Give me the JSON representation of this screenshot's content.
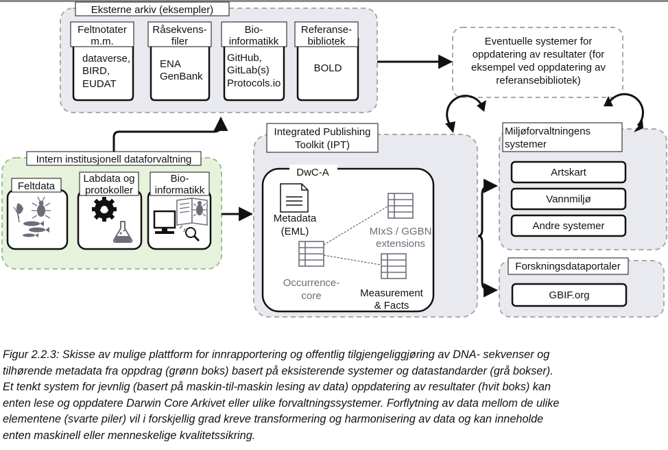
{
  "external_archives": {
    "title": "Eksterne arkiv (eksempler)",
    "items": [
      {
        "header": [
          "Feltnotater",
          "m.m."
        ],
        "body": [
          "dataverse,",
          "BIRD,",
          "EUDAT"
        ]
      },
      {
        "header": [
          "Råsekvens-",
          "filer"
        ],
        "body": [
          "ENA",
          "GenBank"
        ]
      },
      {
        "header": [
          "Bio-",
          "informatikk"
        ],
        "body": [
          "GitHub,",
          "GitLab(s)",
          "Protocols.io"
        ]
      },
      {
        "header": [
          "Referanse-",
          "bibliotek"
        ],
        "body": [
          "BOLD"
        ]
      }
    ]
  },
  "internal": {
    "title": "Intern institusjonell dataforvaltning",
    "items": [
      {
        "header": [
          "Feltdata"
        ],
        "icon": "field-organisms-icon"
      },
      {
        "header": [
          "Labdata og",
          "protokoller"
        ],
        "icon": "lab-gear-flask-icon"
      },
      {
        "header": [
          "Bio-",
          "informatikk"
        ],
        "icon": "computer-book-icon"
      }
    ]
  },
  "ipt": {
    "title": [
      "Integrated Publishing",
      "Toolkit (IPT)"
    ],
    "dwca_label": "DwC-A",
    "metadata": [
      "Metadata",
      "(EML)"
    ],
    "occurrence": [
      "Occurrence-",
      "core"
    ],
    "mixs": [
      "MIxS / GGBN",
      "extensions"
    ],
    "measurement": [
      "Measurement",
      "& Facts"
    ]
  },
  "eventual": {
    "text": [
      "Eventuelle systemer for",
      "oppdatering av resultater (for",
      "eksempel ved oppdatering av",
      "referansebibliotek)"
    ]
  },
  "miljo": {
    "title": [
      "Miljøforvaltningens",
      "systemer"
    ],
    "items": [
      "Artskart",
      "Vannmiljø",
      "Andre systemer"
    ]
  },
  "forskning": {
    "title": "Forskningsdataportaler",
    "items": [
      "GBIF.org"
    ]
  },
  "caption": [
    "Figur 2.2.3: Skisse av mulige plattform for innrapportering og offentlig tilgjengeliggjøring av DNA- sekvenser og",
    "tilhørende metadata fra oppdrag (grønn boks) basert på eksisterende systemer og datastandarder (grå bokser).",
    "Et tenkt system for jevnlig (basert på maskin-til-maskin lesing av data) oppdatering av resultater (hvit boks) kan",
    "enten lese og oppdatere Darwin Core Arkivet eller ulike forvaltningssystemer. Forflytning av data mellom de ulike",
    "elementene (svarte piler) vil i forskjellig grad kreve transformering og harmonisering av data og kan inneholde",
    "enten maskinell eller menneskelige kvalitetssikring."
  ],
  "colors": {
    "gray_fill": "#e9eaef",
    "gray_border": "#a9a9a9",
    "green_fill": "#e6f2dc",
    "green_border": "#9fbf8c",
    "ink": "#111111",
    "icon_gray": "#6b6e78"
  }
}
